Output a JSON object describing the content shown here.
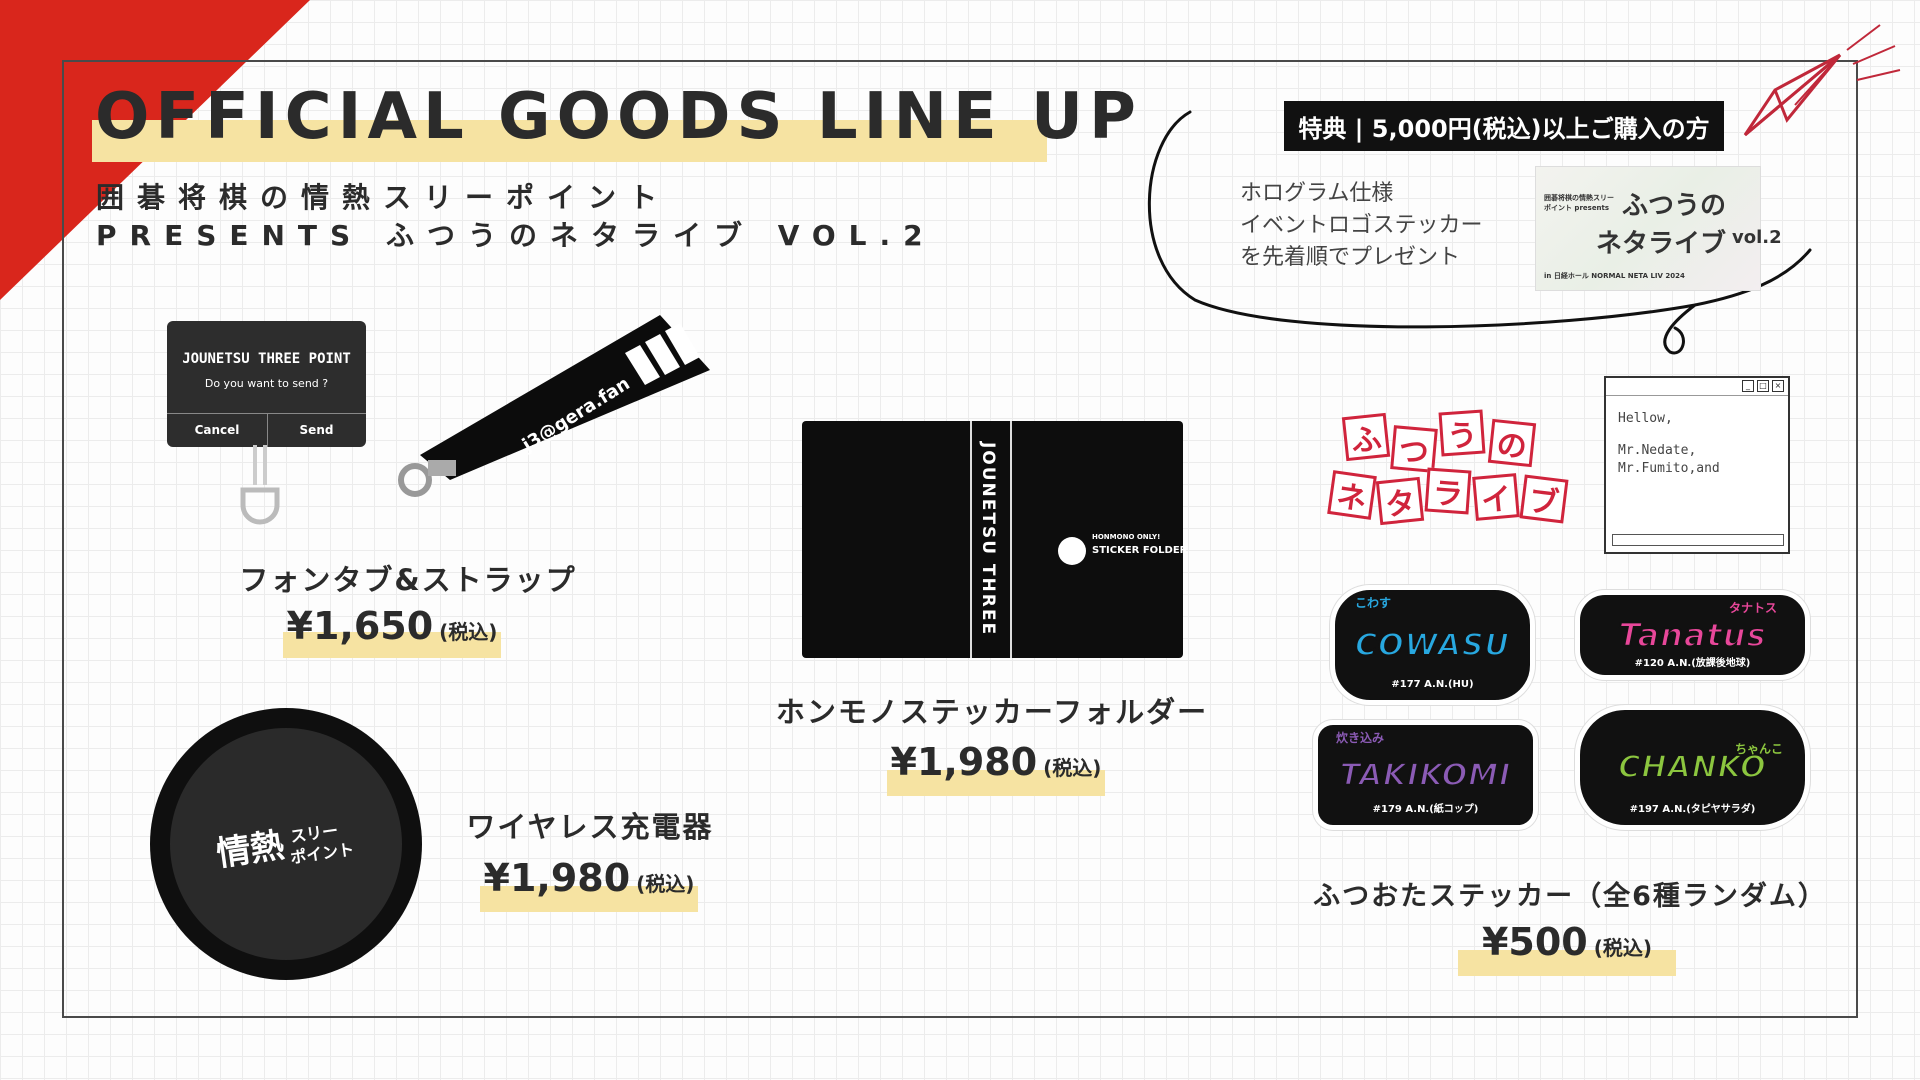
{
  "header": {
    "title": "OFFICIAL GOODS LINE UP",
    "subtitle_line1": "囲碁将棋の情熱スリーポイント",
    "subtitle_line2": "PRESENTS ふつうのネタライブ VOL.2"
  },
  "bonus": {
    "heading": "特典 | 5,000円(税込)以上ご購入の方",
    "line1": "ホログラム仕様",
    "line2": "イベントロゴステッカー",
    "line3": "を先着順でプレゼント",
    "image": {
      "caption_small": "囲碁将棋の情熱スリーポイント presents",
      "logo_text_top": "ふつうの",
      "logo_text_bottom": "ネタライブ",
      "vol": "vol.2",
      "footer": "in 日経ホール NORMAL NETA LIV 2024"
    }
  },
  "products": [
    {
      "name": "フォンタブ&ストラップ",
      "price": "¥1,650",
      "tax": "(税込)",
      "card_title": "JOUNETSU THREE POINT",
      "card_question": "Do you want to send ?",
      "card_cancel": "Cancel",
      "card_send": "Send",
      "strap_text": "j3@gera.fan"
    },
    {
      "name": "ワイヤレス充電器",
      "price": "¥1,980",
      "tax": "(税込)",
      "charger_text_1": "情熱",
      "charger_text_2": "スリー",
      "charger_text_3": "ポイント"
    },
    {
      "name": "ホンモノステッカーフォルダー",
      "price": "¥1,980",
      "tax": "(税込)",
      "spine_text": "JOUNETSU THREE",
      "folder_label_1": "HONMONO ONLY!",
      "folder_label_2": "STICKER FOLDER"
    },
    {
      "name": "ふつおたステッカー（全6種ランダム）",
      "price": "¥500",
      "tax": "(税込)"
    }
  ],
  "stickers": {
    "logo_top": [
      "ふ",
      "つ",
      "う",
      "の"
    ],
    "logo_bottom": [
      "ネ",
      "タ",
      "ラ",
      "イ",
      "ブ"
    ],
    "window_lines": [
      "Hellow,",
      "",
      "Mr.Nedate,",
      "Mr.Fumito,and"
    ],
    "items": [
      {
        "big": "COWASU",
        "tag": "こわす",
        "num": "#177 A.N.(HU)",
        "color": "#28a8e0"
      },
      {
        "big": "Tanatus",
        "tag": "タナトス",
        "num": "#120 A.N.(放課後地球)",
        "color": "#e8479a"
      },
      {
        "big": "TAKIKOMI",
        "tag": "炊き込み",
        "num": "#179 A.N.(紙コップ)",
        "color": "#8b5bb5"
      },
      {
        "big": "CHANKO",
        "tag": "ちゃんこ",
        "num": "#197 A.N.(タピヤサラダ)",
        "color": "#8cc63f"
      }
    ]
  },
  "colors": {
    "accent_red": "#d9261c",
    "highlight": "#f6e3a2",
    "logo_red": "#d0243c"
  }
}
